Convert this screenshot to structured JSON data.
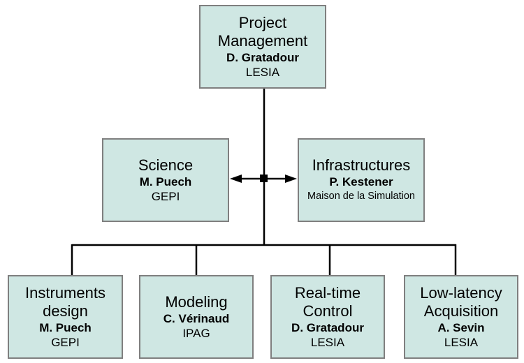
{
  "diagram": {
    "type": "org-chart",
    "root": {
      "title": "Project\nManagement",
      "title_lines": [
        "Project",
        "Management"
      ],
      "person": "D. Gratadour",
      "org": "LESIA"
    },
    "side": [
      {
        "title": "Science",
        "person": "M. Puech",
        "org": "GEPI"
      },
      {
        "title": "Infrastructures",
        "person": "P. Kestener",
        "org": "Maison de la Simulation"
      }
    ],
    "children": [
      {
        "title_lines": [
          "Instruments",
          "design"
        ],
        "person": "M. Puech",
        "org": "GEPI"
      },
      {
        "title_lines": [
          "Modeling"
        ],
        "person": "C. Vérinaud",
        "org": "IPAG"
      },
      {
        "title_lines": [
          "Real-time",
          "Control"
        ],
        "person": "D. Gratadour",
        "org": "LESIA"
      },
      {
        "title_lines": [
          "Low-latency",
          "Acquisition"
        ],
        "person": "A. Sevin",
        "org": "LESIA"
      }
    ],
    "colors": {
      "box_fill": "#cfe7e3",
      "box_border": "#7f7f7f",
      "connector": "#000000"
    }
  }
}
